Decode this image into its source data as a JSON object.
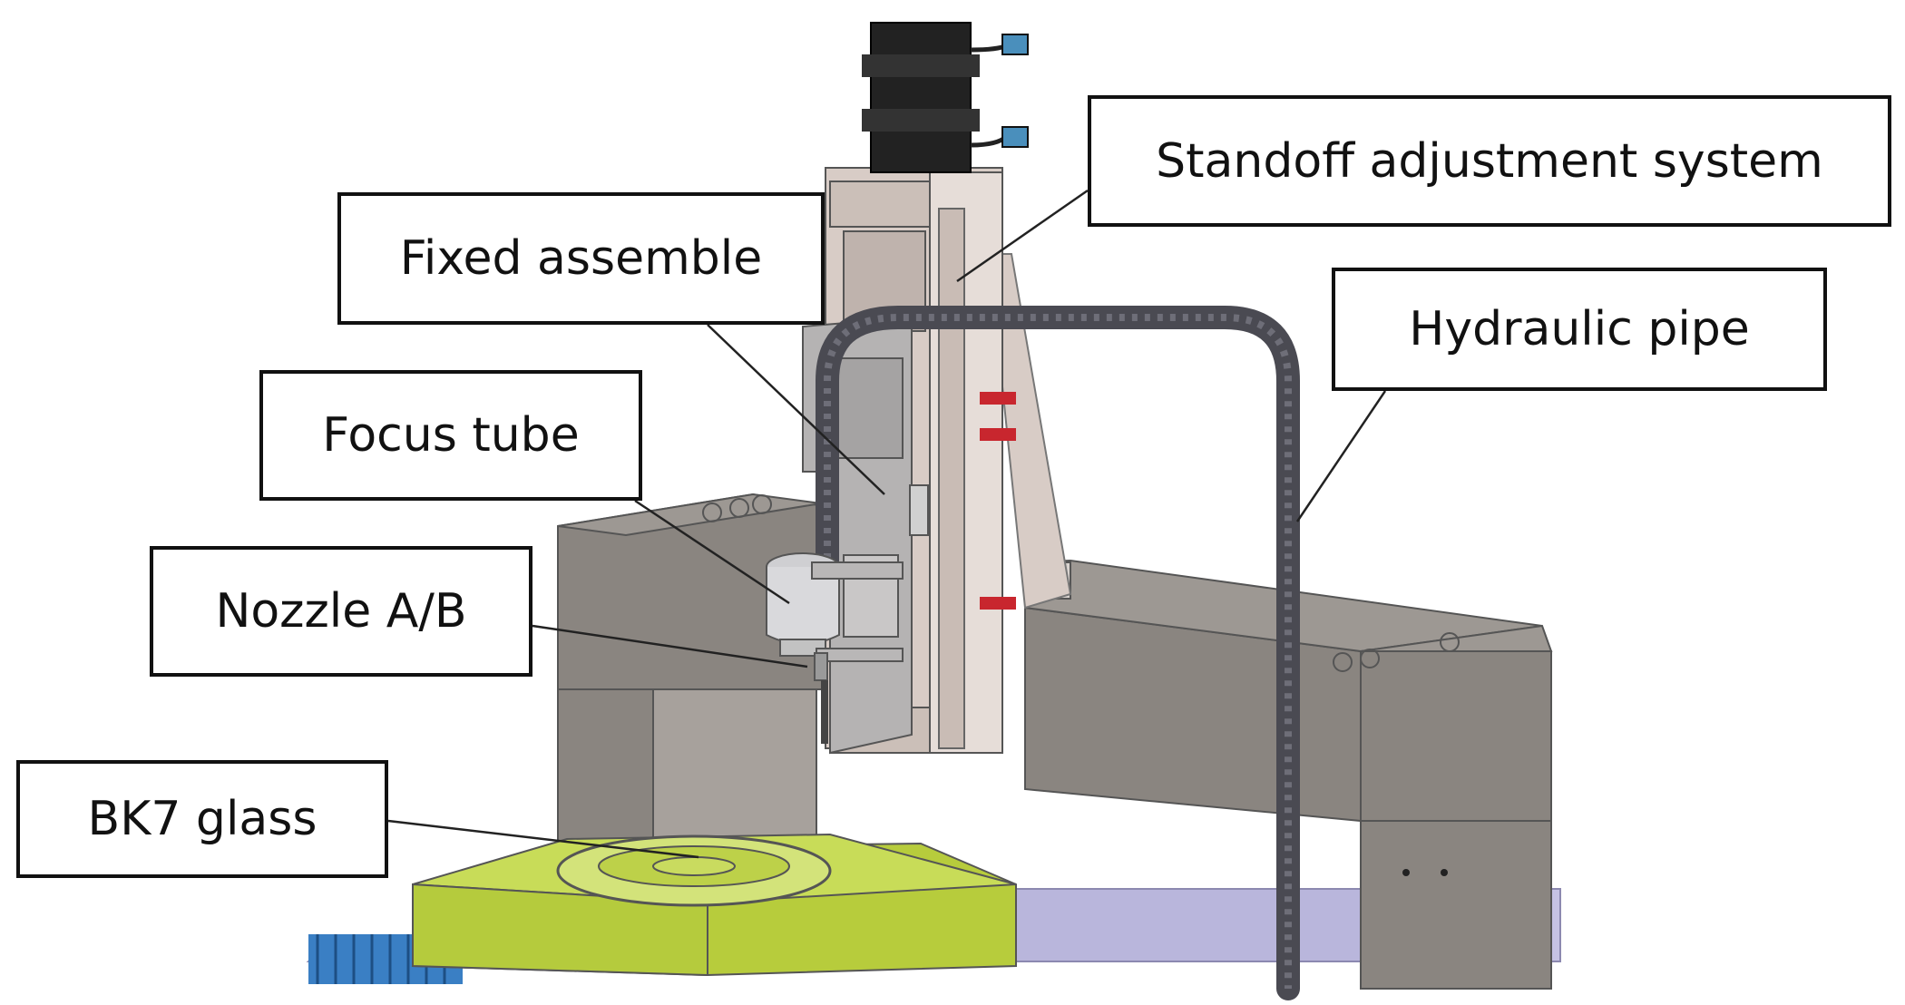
{
  "callouts": {
    "standoff": "Standoff adjustment system",
    "fixed": "Fixed assemble",
    "hydraulic": "Hydraulic pipe",
    "focus": "Focus tube",
    "nozzle": "Nozzle A/B",
    "bk7": "BK7 glass"
  },
  "colors": {
    "gantry": "#8a8580",
    "gantry_dark": "#6f6a66",
    "carriage": "#d8ccc6",
    "motor": "#222222",
    "glass_holder": "#c4d84c",
    "pipe": "#4a4a52",
    "base_blue": "#3a7fc4",
    "base_plate": "#b9b6dc"
  }
}
